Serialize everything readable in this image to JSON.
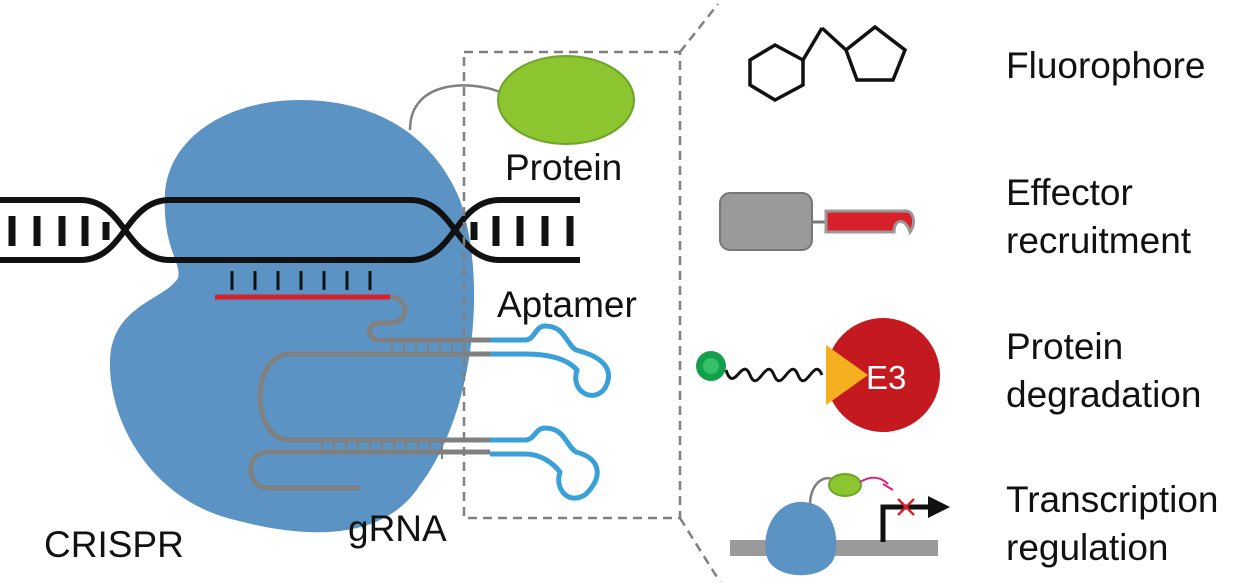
{
  "diagram": {
    "labels": {
      "protein": "Protein",
      "aptamer": "Aptamer",
      "crispr": "CRISPR",
      "grna": "gRNA",
      "e3": "E3"
    },
    "applications": [
      {
        "icon": "fluorophore-icon",
        "lines": [
          "Fluorophore"
        ]
      },
      {
        "icon": "effector-icon",
        "lines": [
          "Effector",
          "recruitment"
        ]
      },
      {
        "icon": "degrader-icon",
        "lines": [
          "Protein",
          "degradation"
        ]
      },
      {
        "icon": "transcription-icon",
        "lines": [
          "Transcription",
          "regulation"
        ]
      }
    ],
    "colors": {
      "crispr_blue": "#5b94c4",
      "protein_green": "#8cc530",
      "protein_green_edge": "#6da52a",
      "aptamer_blue": "#3aa0d8",
      "grna_gray": "#808080",
      "target_red": "#d8202a",
      "dna_black": "#111111",
      "e3_red": "#c4191f",
      "ligand_orange": "#f4b01e",
      "ligand_green": "#12a04a",
      "effector_gray": "#9a9a9a",
      "dash_gray": "#808080"
    }
  }
}
